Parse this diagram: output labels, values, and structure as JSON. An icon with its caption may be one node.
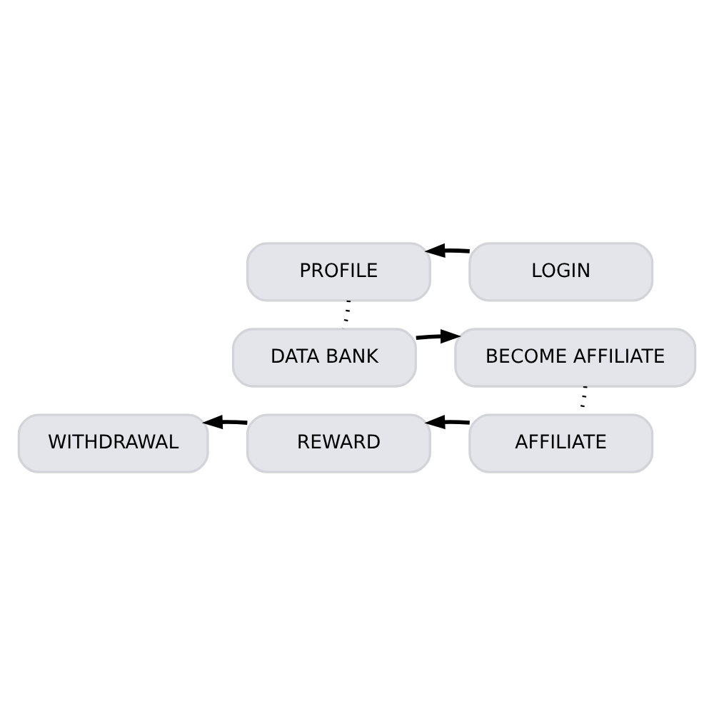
{
  "diagram": {
    "nodes": [
      {
        "text": [
          "PROFILE"
        ]
      },
      {
        "text": [
          "LOGIN"
        ]
      },
      {
        "text": [
          "DATA BANK"
        ]
      },
      {
        "text": [
          "BECOME AFFILIATE"
        ]
      },
      {
        "text": [
          "WITHDRAWAL"
        ]
      },
      {
        "text": [
          "REWARD"
        ]
      },
      {
        "text": [
          "AFFILIATE"
        ]
      }
    ],
    "edges": [
      {
        "from": 1,
        "to": 0,
        "arrow": "to"
      },
      {
        "from": 0,
        "to": 2,
        "arrow": "none",
        "style": "dashed"
      },
      {
        "from": 2,
        "to": 3,
        "arrow": "to"
      },
      {
        "from": 3,
        "to": 6,
        "arrow": "none",
        "style": "dashed"
      },
      {
        "from": 6,
        "to": 5,
        "arrow": "to"
      },
      {
        "from": 5,
        "to": 4,
        "arrow": "to"
      }
    ]
  }
}
